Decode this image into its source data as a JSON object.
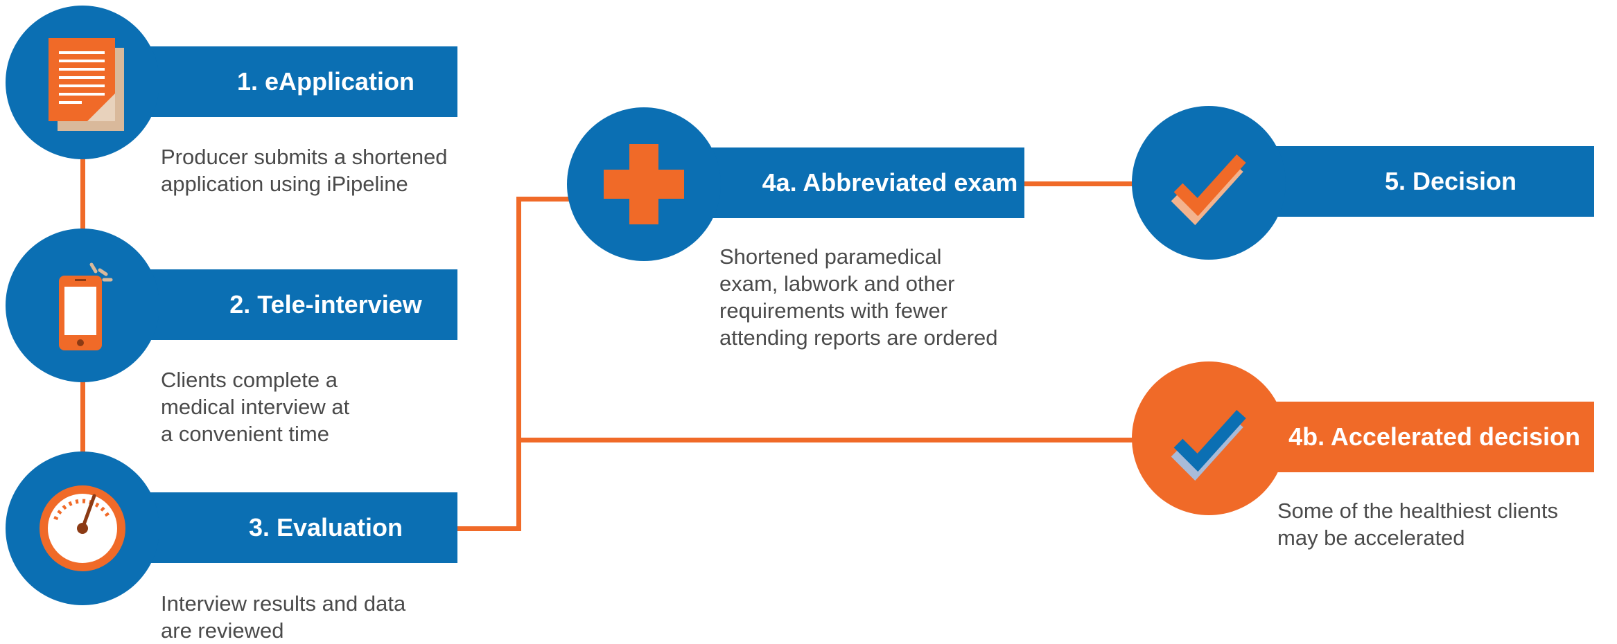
{
  "colors": {
    "blue": "#0B6FB3",
    "orange": "#F06A28",
    "text": "#4A4A4A"
  },
  "steps": [
    {
      "title": "1. eApplication",
      "icon": "document-icon",
      "description": [
        "Producer submits a shortened",
        "application using iPipeline"
      ]
    },
    {
      "title": "2. Tele-interview",
      "icon": "smartphone-icon",
      "description": [
        "Clients complete a",
        "medical interview at",
        "a convenient time"
      ]
    },
    {
      "title": "3. Evaluation",
      "icon": "gauge-icon",
      "description": [
        "Interview results and data",
        "are reviewed"
      ]
    },
    {
      "title": "4a. Abbreviated exam",
      "icon": "medical-cross-icon",
      "description": [
        "Shortened paramedical",
        "exam, labwork and other",
        "requirements with fewer",
        "attending reports are ordered"
      ]
    },
    {
      "title": "4b. Accelerated decision",
      "icon": "checkmark-icon",
      "description": [
        "Some of the healthiest clients",
        "may be accelerated"
      ]
    },
    {
      "title": "5. Decision",
      "icon": "checkmark-icon",
      "description": []
    }
  ]
}
